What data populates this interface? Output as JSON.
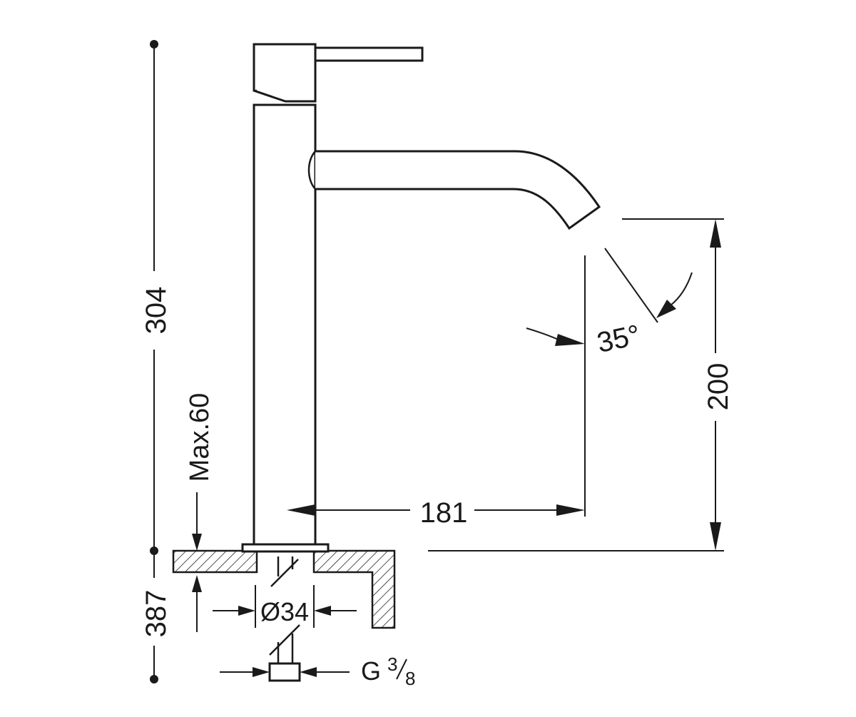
{
  "drawing": {
    "line_color": "#1a1a1a",
    "background": "#ffffff",
    "dimensions": {
      "total_height": "304",
      "below_counter": "387",
      "max_counter_thickness": "Max.60",
      "spout_reach": "181",
      "spout_height": "200",
      "spray_angle": "35°",
      "hole_diameter": "Ø34",
      "connection_thread": "G",
      "connection_thread_fraction_num": "3",
      "connection_thread_fraction_den": "8"
    }
  }
}
